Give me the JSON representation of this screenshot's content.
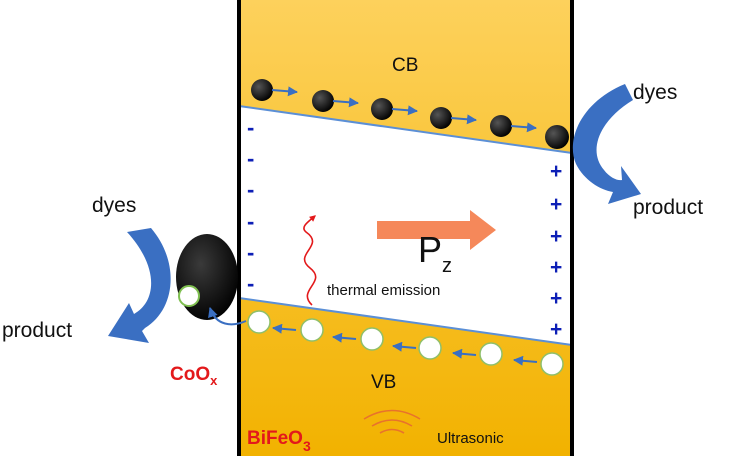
{
  "labels": {
    "cb": "CB",
    "vb": "VB",
    "dyes_right": "dyes",
    "product_right": "product",
    "dyes_left": "dyes",
    "product_left": "product",
    "pz_main": "P",
    "pz_sub": "z",
    "thermal_emission": "thermal emission",
    "coox_main": "CoO",
    "coox_sub": "x",
    "bifeo3_main": "BiFeO",
    "bifeo3_sub": "3",
    "ultrasonic": "Ultrasonic"
  },
  "surface_charges": {
    "negative": [
      "-",
      "-",
      "-",
      "-",
      "-",
      "-"
    ],
    "positive": [
      "+",
      "+",
      "+",
      "+",
      "+",
      "+"
    ]
  },
  "colors": {
    "band_gold": "#f2b200",
    "band_gold_light": "#fdd46a",
    "band_edge": "#5b8fd6",
    "arrow_blue": "#3a6fc2",
    "label_red": "#e3191b",
    "pz_arrow": "#f5885a",
    "charge_blue": "#0d1fb6"
  },
  "icons": {
    "electron": "electron-icon",
    "hole": "hole-icon",
    "ultrasonic": "ultrasonic-wave-icon"
  }
}
